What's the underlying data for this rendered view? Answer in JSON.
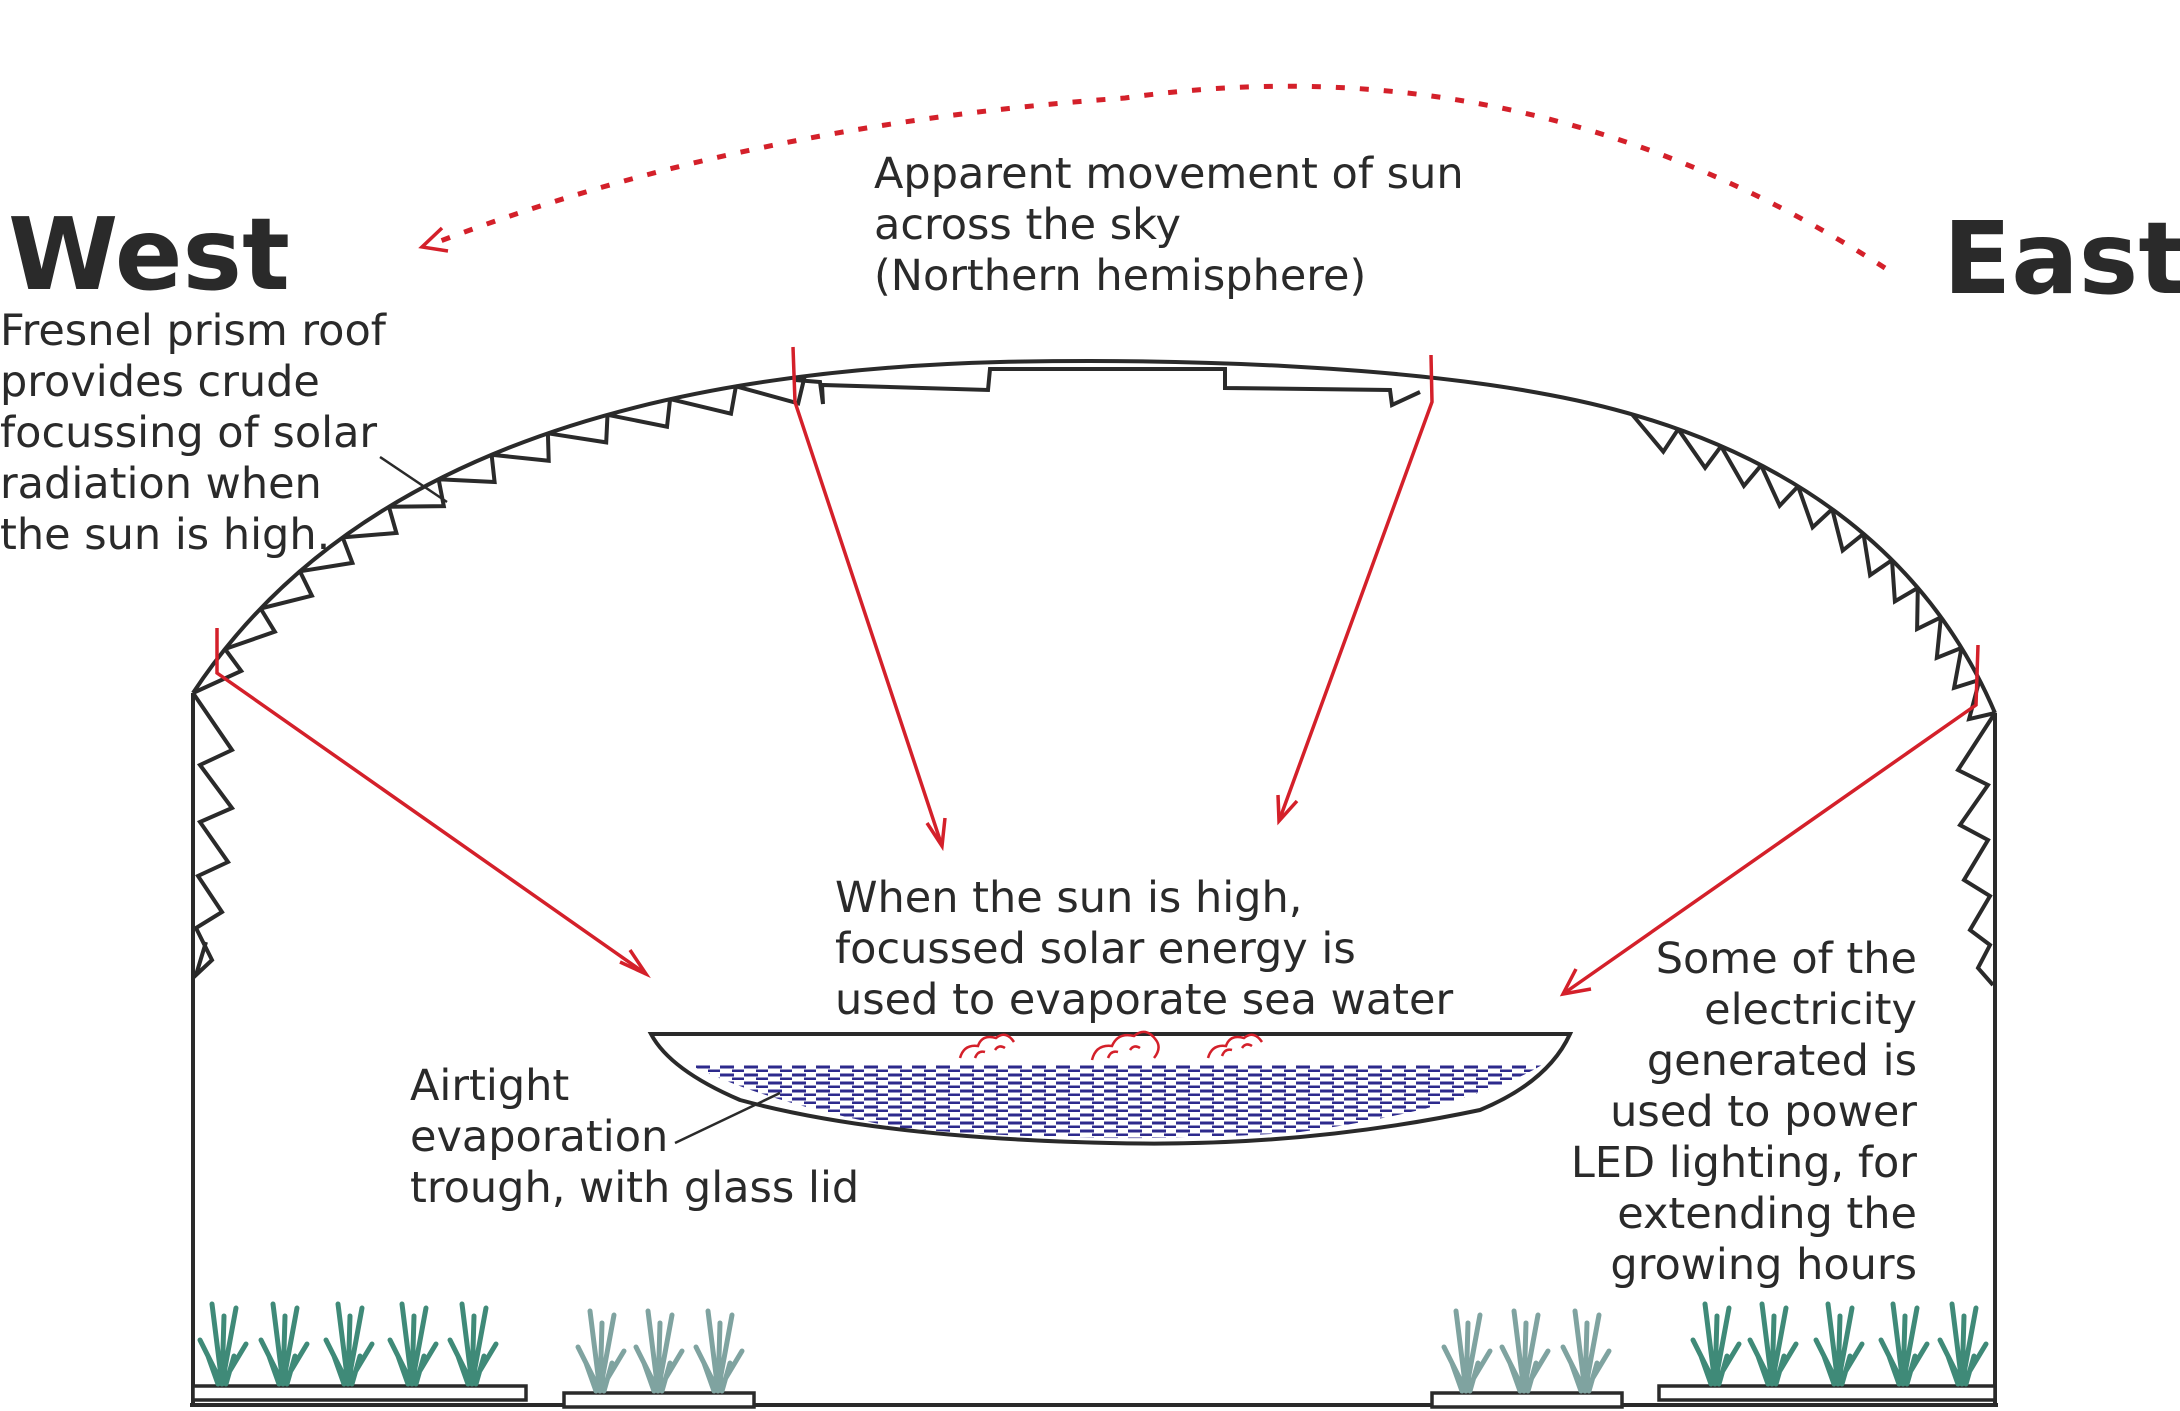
{
  "labels": {
    "west": "West",
    "east": "East",
    "sun_movement": [
      "Apparent movement of sun",
      "across the sky",
      "(Northern hemisphere)"
    ],
    "fresnel_roof": [
      "Fresnel prism roof",
      "provides crude",
      "focussing of solar",
      "radiation when",
      "the sun is high."
    ],
    "sun_high": [
      "When the sun is high,",
      "focussed solar energy is",
      "used to evaporate sea water"
    ],
    "trough": [
      "Airtight",
      "evaporation",
      "trough, with glass lid"
    ],
    "led": [
      "Some of the",
      "electricity",
      "generated is",
      "used to power",
      "LED lighting, for",
      "extending the",
      "growing hours"
    ]
  },
  "colors": {
    "line": "#2a2a2a",
    "sun_ray": "#d4202a",
    "water": "#2d2a8c",
    "plant_dark": "#3f8a78",
    "plant_light": "#7fa3a0"
  }
}
